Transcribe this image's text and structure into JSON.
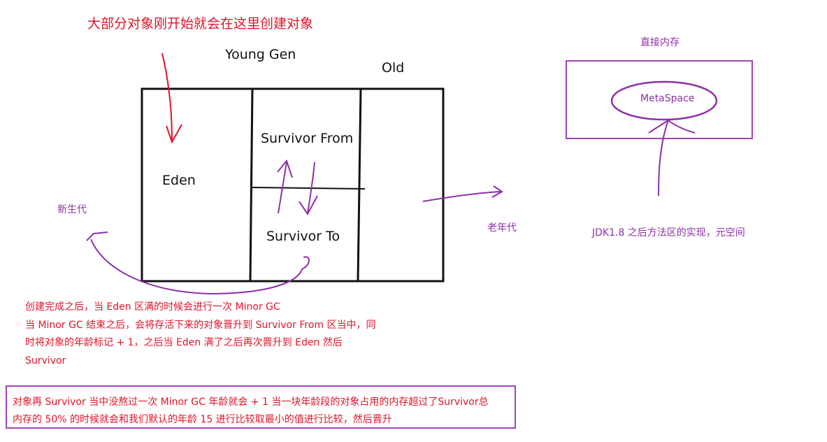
{
  "colors": {
    "ink": "#111111",
    "red": "#e0142a",
    "purple": "#8e2fa8",
    "purple_line": "#a243b8"
  },
  "title_note": "大部分对象刚开始就会在这里创建对象",
  "heap": {
    "young_gen": "Young Gen",
    "old": "Old",
    "eden": "Eden",
    "survivor_from": "Survivor From",
    "survivor_to": "Survivor To"
  },
  "side_labels": {
    "young_generation_cn": "新生代",
    "old_generation_cn": "老年代"
  },
  "metaspace": {
    "direct_memory": "直接内存",
    "name": "MetaSpace",
    "jdk_note": "JDK1.8 之后方法区的实现，元空间"
  },
  "notes": {
    "lines": [
      "创建完成之后，当 Eden 区满的时候会进行一次 Minor GC",
      "当 Minor GC 结束之后，会将存活下来的对象晋升到 Survivor From 区当中，同",
      "时将对象的年龄标记 + 1，之后当 Eden 满了之后再次晋升到 Eden 然后",
      "Survivor"
    ]
  },
  "bottom_notes": {
    "lines": [
      "对象再 Survivor 当中没熬过一次 Minor GC 年龄就会 + 1 当一块年龄段的对象占用的内存超过了Survivor总",
      "内存的 50% 的时候就会和我们默认的年龄 15 进行比较取最小的值进行比较，然后晋升"
    ]
  }
}
